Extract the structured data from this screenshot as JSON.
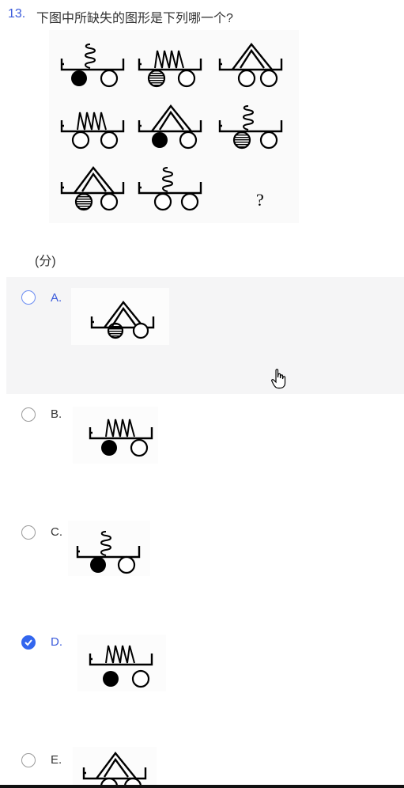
{
  "question": {
    "number": "13.",
    "text": "下图中所缺失的图形是下列哪一个?",
    "missing_mark": "?",
    "score_label": "(分)"
  },
  "options": [
    {
      "letter": "A.",
      "state": "hover"
    },
    {
      "letter": "B.",
      "state": "unchecked"
    },
    {
      "letter": "C.",
      "state": "unchecked"
    },
    {
      "letter": "D.",
      "state": "checked"
    },
    {
      "letter": "E.",
      "state": "unchecked"
    }
  ],
  "colors": {
    "accent": "#3366ee",
    "option_hover_bg": "#f5f5f6"
  }
}
